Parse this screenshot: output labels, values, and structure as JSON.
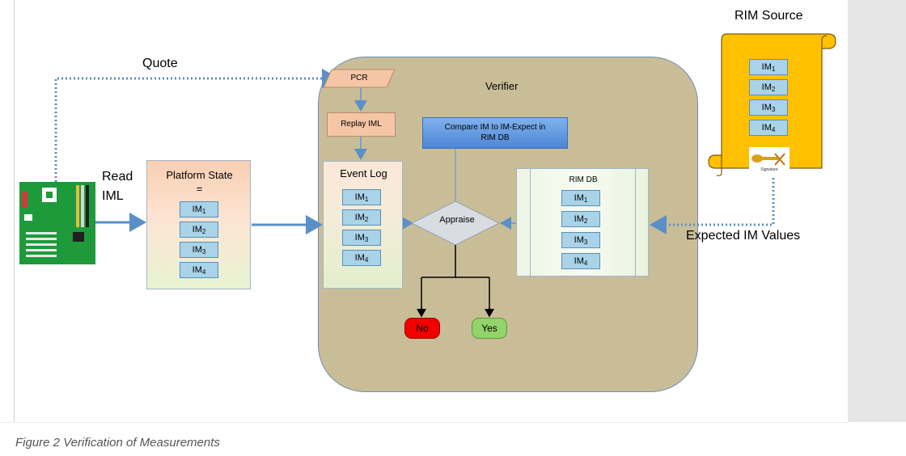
{
  "labels": {
    "quote": "Quote",
    "read_iml": "Read\nIML",
    "expected_im_values": "Expected IM Values",
    "rim_source": "RIM Source",
    "verifier": "Verifier",
    "pcr": "PCR",
    "replay_iml": "Replay IML",
    "event_log": "Event Log",
    "compare": "Compare IM to IM-Expect in\nRIM DB",
    "rim_db": "RIM DB",
    "appraise": "Appraise",
    "no": "No",
    "yes": "Yes",
    "platform_state": "Platform State\n=",
    "signature": "Signature"
  },
  "im_items": [
    "IM",
    "IM",
    "IM",
    "IM"
  ],
  "im_subscripts": [
    "1",
    "2",
    "3",
    "4"
  ],
  "caption": "Figure 2 Verification of Measurements",
  "colors": {
    "verifier_bg": "#c9bd98",
    "im_fill": "#a9d3e8",
    "scroll_fill": "#ffc000",
    "no_fill": "#f00000",
    "yes_fill": "#92d36a",
    "arrow": "#5b8fc7"
  },
  "icons": [
    "motherboard-icon",
    "scroll-icon",
    "key-signature-icon"
  ]
}
